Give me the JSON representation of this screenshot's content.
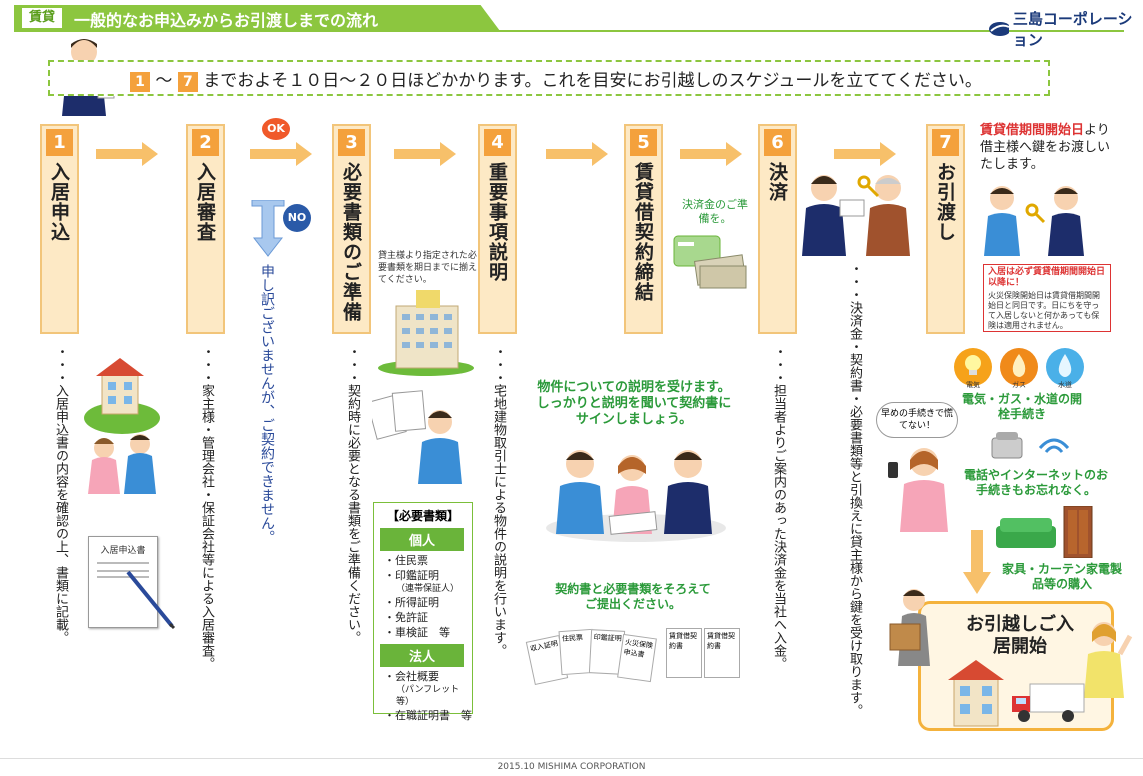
{
  "header": {
    "tag": "賃貸",
    "title": "一般的なお申込みからお引渡しまでの流れ",
    "logo_text": "三島コーポレーション"
  },
  "info": {
    "from": "1",
    "tilde": "〜",
    "to": "7",
    "text": "までおよそ１０日〜２０日ほどかかります。これを目安にお引越しのスケジュールを立ててください。"
  },
  "steps": [
    {
      "num": "1",
      "label": "入居申込",
      "desc": "・・・入居申込書の内容を確認の上、書類に記載。"
    },
    {
      "num": "2",
      "label": "入居審査",
      "desc": "・・・家主様・管理会社・保証会社等による入居審査。"
    },
    {
      "num": "3",
      "label": "必要書類のご準備",
      "desc": "・・・契約時に必要となる書類をご準備ください。"
    },
    {
      "num": "4",
      "label": "重要事項説明",
      "desc": "・・・宅地建物取引士による物件の説明を行います。"
    },
    {
      "num": "5",
      "label": "賃貸借契約締結",
      "desc": ""
    },
    {
      "num": "6",
      "label": "決済",
      "desc": "・・・担当者よりご案内のあった決済金を当社へ入金。"
    },
    {
      "num": "7",
      "label": "お引渡し",
      "desc": "・・・決済金・契約書・必要書類等と引換えに貸主様から鍵を受け取ります。"
    }
  ],
  "branch": {
    "ok": "OK",
    "no": "NO",
    "no_text": "申し訳ございませんが、ご契約できません。"
  },
  "labels": {
    "application_form": "入居申込書",
    "step3_note": "貸主様より指定された必要書類を期日までに揃えてください。",
    "settlement_note": "決済金のご準備を。",
    "explain_note": "物件についての説明を受けます。しっかりと説明を聞いて契約書にサインしましょう。",
    "submit_note": "契約書と必要書類をそろえてご提出ください。",
    "step7_red": "賃貸借期間開始日",
    "step7_text": "より借主様へ鍵をお渡しいたします。",
    "warn_title": "入居は必ず賃貸借期間開始日以降に！",
    "warn_text": "火災保険開始日は賃貸借期間開始日と同日です。日にちを守って入居しないと何かあっても保険は適用されません。",
    "bubble": "早めの手続きで慌てない！",
    "util_electric": "電気",
    "util_gas": "ガス",
    "util_water": "水道",
    "util_text": "電気・ガス・水道の開栓手続き",
    "phone_text": "電話やインターネットのお手続きもお忘れなく。",
    "furniture_text": "家具・カーテン家電製品等の購入",
    "end_title": "お引越しご入居開始"
  },
  "documents": {
    "title": "【必要書類】",
    "individual_label": "個人",
    "individual": [
      "・住民票",
      "・印鑑証明",
      "・所得証明",
      "・免許証",
      "・車検証　等"
    ],
    "individual_sub": "（連帯保証人）",
    "corporate_label": "法人",
    "corporate": [
      "・会社概要",
      "・在職証明書　等"
    ],
    "corporate_sub": "（パンフレット等）"
  },
  "papers": [
    "収入証明",
    "住民票",
    "印鑑証明",
    "火災保険申込書",
    "賃貸借契約書",
    "賃貸借契約書"
  ],
  "footer": "2015.10  MISHIMA CORPORATION",
  "colors": {
    "green": "#8cc63f",
    "orange": "#f4a13c",
    "box": "#fde9c5",
    "blue": "#1b3a7a"
  }
}
